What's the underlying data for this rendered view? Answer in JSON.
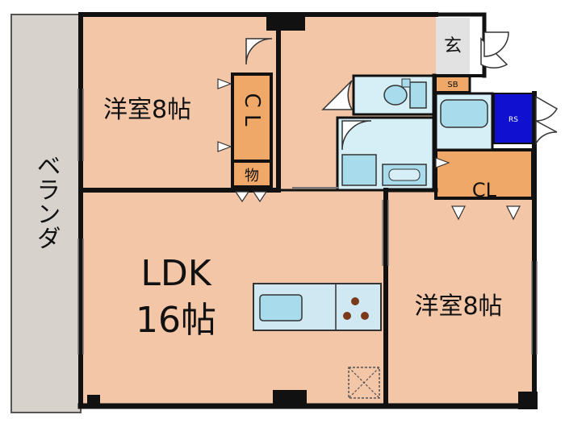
{
  "rooms": {
    "veranda": "ベランダ",
    "western_room_1": {
      "name": "洋室",
      "size": "8帖"
    },
    "closet_1": "C L",
    "storage": "物",
    "entrance": "玄",
    "shoe_box": "SB",
    "refrigerator_space": "RS",
    "closet_2": "CL",
    "ldk": {
      "name": "LDK",
      "size": "16帖"
    },
    "western_room_2": {
      "name": "洋室",
      "size": "8帖"
    }
  },
  "colors": {
    "room_floor": "#f4c6a8",
    "closet": "#f0a868",
    "veranda": "#d8d2cc",
    "wet_area": "#d6eef5",
    "entrance": "#e2e2e2",
    "fixture": "#a8dcec",
    "fridge": "#1010d0",
    "stove_burner": "#7a3a1a",
    "wall": "#111111"
  }
}
